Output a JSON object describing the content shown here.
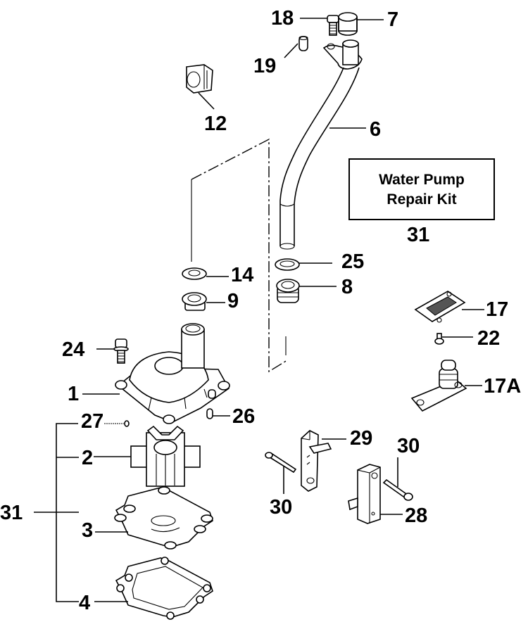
{
  "title": "Water Pump exploded parts diagram",
  "kit_box": {
    "line1": "Water Pump",
    "line2": "Repair Kit",
    "ref": "31"
  },
  "callouts": {
    "p1": "1",
    "p2": "2",
    "p3": "3",
    "p4": "4",
    "p6": "6",
    "p7": "7",
    "p8": "8",
    "p9": "9",
    "p12": "12",
    "p14": "14",
    "p17": "17",
    "p17a": "17A",
    "p18": "18",
    "p19": "19",
    "p22": "22",
    "p24": "24",
    "p25": "25",
    "p26": "26",
    "p27": "27",
    "p28": "28",
    "p29": "29",
    "p30a": "30",
    "p30b": "30",
    "p31": "31"
  },
  "parts": [
    {
      "ref": "1",
      "name": "water-pump-housing"
    },
    {
      "ref": "2",
      "name": "impeller"
    },
    {
      "ref": "3",
      "name": "plate"
    },
    {
      "ref": "4",
      "name": "gasket"
    },
    {
      "ref": "6",
      "name": "water-tube"
    },
    {
      "ref": "7",
      "name": "grommet"
    },
    {
      "ref": "8",
      "name": "seal"
    },
    {
      "ref": "9",
      "name": "grommet"
    },
    {
      "ref": "12",
      "name": "clamp"
    },
    {
      "ref": "14",
      "name": "seal-ring"
    },
    {
      "ref": "17",
      "name": "cover"
    },
    {
      "ref": "17A",
      "name": "fitting"
    },
    {
      "ref": "18",
      "name": "bolt"
    },
    {
      "ref": "19",
      "name": "dowel-pin"
    },
    {
      "ref": "22",
      "name": "screw"
    },
    {
      "ref": "24",
      "name": "bolt"
    },
    {
      "ref": "25",
      "name": "o-ring"
    },
    {
      "ref": "26",
      "name": "dowel-pin"
    },
    {
      "ref": "27",
      "name": "key"
    },
    {
      "ref": "28",
      "name": "bracket"
    },
    {
      "ref": "29",
      "name": "bracket"
    },
    {
      "ref": "30",
      "name": "screw"
    },
    {
      "ref": "31",
      "name": "water-pump-repair-kit"
    }
  ]
}
